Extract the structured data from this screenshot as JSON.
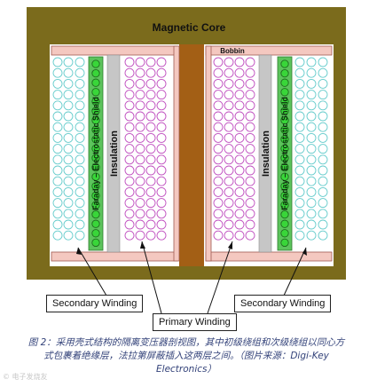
{
  "labels": {
    "magnetic_core": "Magnetic Core",
    "bobbin": "Bobbin",
    "insulation": "Insulation",
    "shield": "Faraday – Electrostatic Shield"
  },
  "callouts": {
    "secondary_left": "Secondary Winding",
    "secondary_right": "Secondary Winding",
    "primary": "Primary Winding"
  },
  "caption": "图 2：采用壳式结构的隔离变压器剖视图，其中初级绕组和次级绕组以同心方式包裹着绝缘层，法拉第屏蔽插入这两层之间。（图片来源：Digi-Key Electronics）",
  "watermark": "© 电子发烧友",
  "colors": {
    "core": "#7b6b1c",
    "core_center": "#a35f15",
    "bobbin": "#f4c8c0",
    "insulation": "#c6c6c6",
    "shield": "#5cc45c",
    "secondary_winding": "#66cccc",
    "primary_winding": "#c050c0",
    "caption_text": "#34437a"
  }
}
